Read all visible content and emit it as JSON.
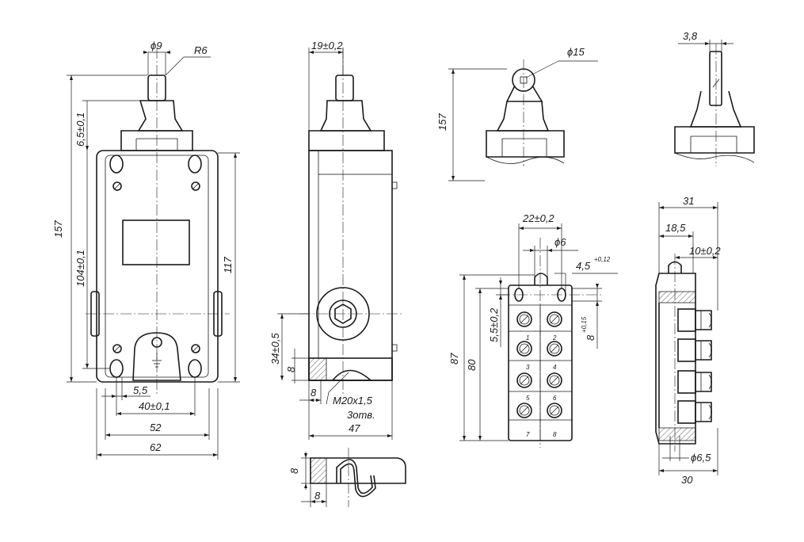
{
  "front_view": {
    "dim_diam9": "ϕ9",
    "dim_r6": "R6",
    "dim_6_5": "6,5±0,1",
    "dim_157": "157",
    "dim_104": "104±0,1",
    "dim_117": "117",
    "dim_5_5": "5,5",
    "dim_40": "40±0,1",
    "dim_52": "52",
    "dim_62": "62"
  },
  "side_view": {
    "dim_19": "19±0,2",
    "dim_34": "34±0,5",
    "dim_8a": "8",
    "dim_8b": "8",
    "thread_label": "M20x1,5",
    "holes_label": "3отв.",
    "dim_47": "47"
  },
  "detail_bottom": {
    "dim_8a": "8",
    "dim_8b": "8"
  },
  "roller_view": {
    "dim_diam15": "ϕ15",
    "dim_157": "157"
  },
  "lever_view": {
    "dim_3_8": "3,8"
  },
  "terminal_view": {
    "dim_22": "22±0,2",
    "dim_diam6": "ϕ6",
    "dim_4_5": "4,5",
    "dim_4_5_tol": "+0,12",
    "dim_5_5": "5,5±0,2",
    "dim_8": "8",
    "dim_8_tol": "+0,15",
    "dim_87": "87",
    "dim_80": "80",
    "terminal_numbers": [
      "1",
      "2",
      "3",
      "4",
      "5",
      "6",
      "7",
      "8"
    ]
  },
  "section_view": {
    "dim_31": "31",
    "dim_18_5": "18,5",
    "dim_10": "10±0,2",
    "dim_diam6_5": "ϕ6,5",
    "dim_30": "30"
  }
}
